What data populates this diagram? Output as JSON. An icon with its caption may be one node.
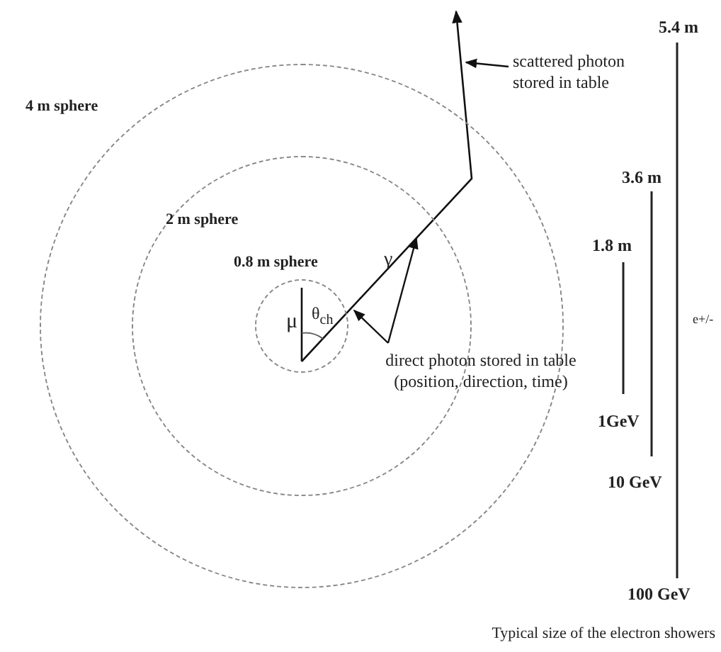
{
  "diagram": {
    "caption": "Typical size of the electron showers",
    "nodes": [
      {
        "text": [
          "4 m sphere"
        ]
      },
      {
        "text": [
          "2 m sphere"
        ],
        "in": 0
      },
      {
        "text": [
          "0.8 m sphere"
        ],
        "in": 1
      },
      {
        "text": [
          "scattered photon stored in table"
        ]
      },
      {
        "text": [
          "direct photon stored in table (position, direction, time)"
        ]
      }
    ],
    "edges": [
      {
        "from": 3,
        "to": 0,
        "arrow": "to"
      },
      {
        "from": 4,
        "to": 2,
        "arrow": "to"
      },
      {
        "from": 4,
        "to": 1,
        "arrow": "to"
      }
    ],
    "labels": [
      "μ",
      "θ$_{ch}$",
      "γ",
      "5.4 m",
      "3.6 m",
      "1.8 m",
      "e+/-",
      "1GeV",
      "10 GeV",
      "100 GeV"
    ]
  }
}
